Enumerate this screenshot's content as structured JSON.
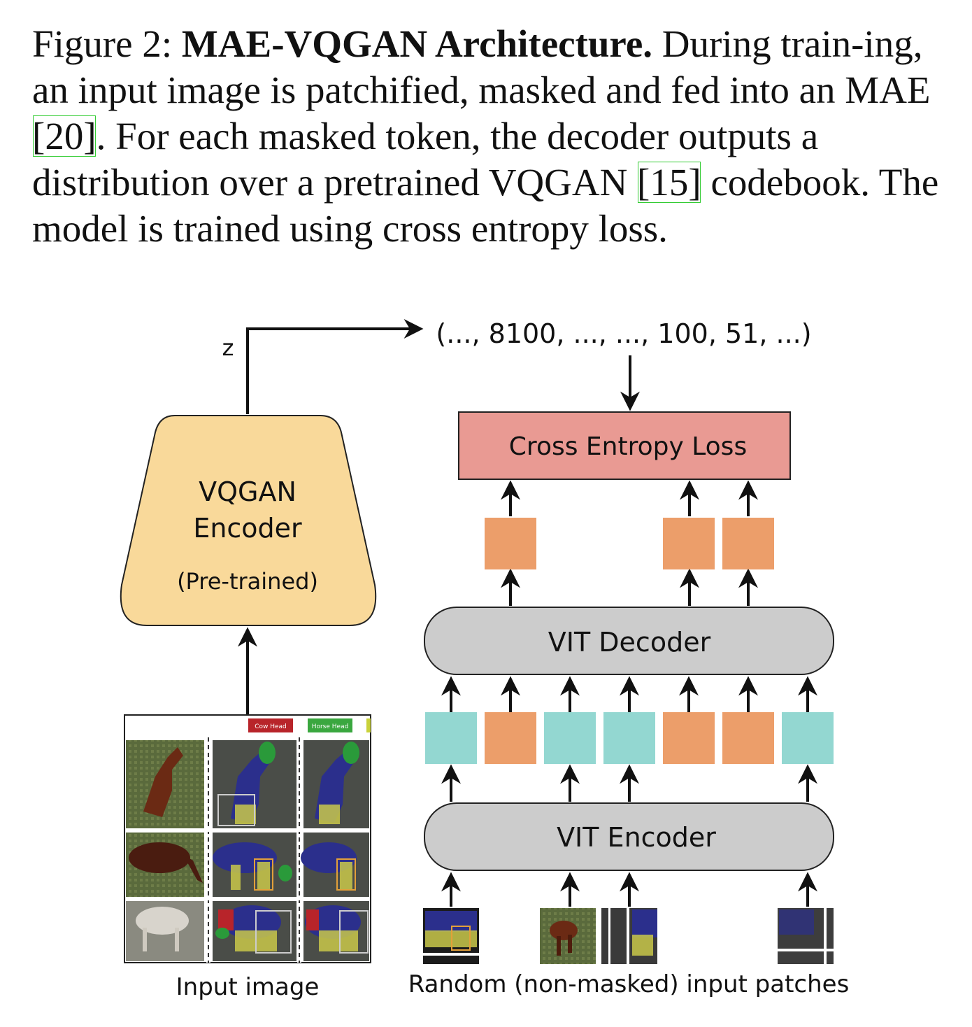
{
  "caption": {
    "label": "Figure 2:",
    "title": "MAE-VQGAN Architecture.",
    "body_1": " During train-ing, an input image is patchified, masked and fed into an MAE ",
    "cite_1": "[20]",
    "body_2": ". For each masked token, the decoder outputs a distribution over a pretrained VQGAN ",
    "cite_2": "[15]",
    "body_3": " codebook. The model is trained using cross entropy loss."
  },
  "diagram": {
    "z_label": "z",
    "token_sequence": "(..., 8100, ..., ..., 100, 51, ...)",
    "loss_label": "Cross Entropy Loss",
    "vqgan_line1": "VQGAN",
    "vqgan_line2": "Encoder",
    "vqgan_line3": "(Pre-trained)",
    "decoder_label": "VIT Decoder",
    "encoder_label": "VIT Encoder",
    "input_image_label": "Input image",
    "patches_label": "Random (non-masked) input patches",
    "segment_tag_1": "Cow Head",
    "segment_tag_2": "Horse Head",
    "token_types": [
      "visible",
      "masked",
      "visible",
      "visible",
      "masked",
      "masked",
      "visible"
    ],
    "colors": {
      "vqgan_fill": "#f9d99a",
      "loss_fill": "#e99a93",
      "vit_fill": "#cccccc",
      "visible_token": "#93d7d1",
      "masked_token": "#ec9e6a",
      "segment_body": "#2b2f8c",
      "segment_leg": "#c9c84a",
      "segment_head": "#2a9a3a"
    }
  }
}
